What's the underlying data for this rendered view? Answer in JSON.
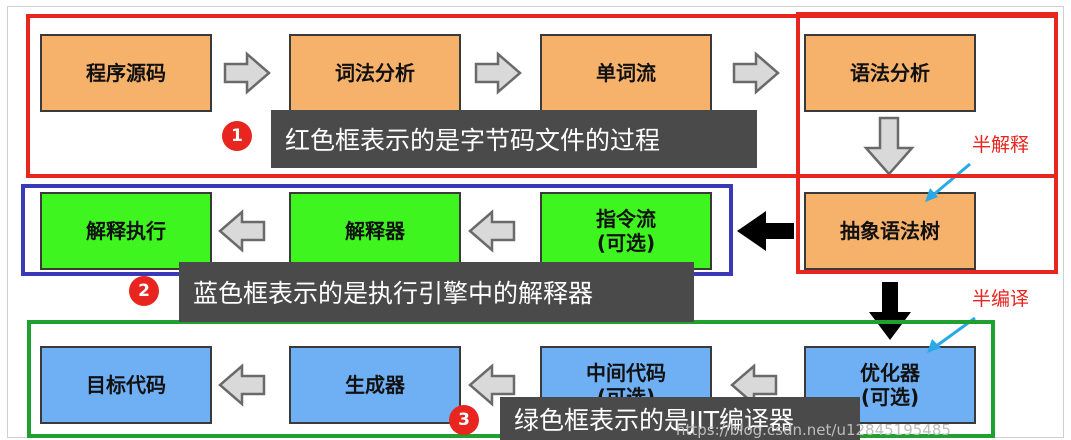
{
  "nodes": {
    "source_code": "程序源码",
    "lexical_analysis": "词法分析",
    "token_stream": "单词流",
    "syntax_analysis": "语法分析",
    "ast": "抽象语法树",
    "instruction_stream": "指令流\n(可选)",
    "interpreter": "解释器",
    "interpret_execute": "解释执行",
    "optimizer": "优化器\n(可选)",
    "intermediate_code": "中间代码\n(可选)",
    "generator": "生成器",
    "target_code": "目标代码"
  },
  "callouts": {
    "red": {
      "badge": "1",
      "text": "红色框表示的是字节码文件的过程"
    },
    "blue": {
      "badge": "2",
      "text": "蓝色框表示的是执行引擎中的解释器"
    },
    "green": {
      "badge": "3",
      "text": "绿色框表示的是JIT编译器"
    }
  },
  "annotations": {
    "half_interpret": "半解释",
    "half_compile": "半编译"
  },
  "watermark": "https://blog.csdn.net/u12845195485",
  "colors": {
    "orange_fill": "#f6b26b",
    "green_fill": "#3ef51f",
    "blue_fill": "#6fb0f5",
    "red_frame": "#e8251f",
    "blue_frame": "#3a3ab8",
    "green_frame": "#20a030",
    "callout_bg": "#4a4a4a",
    "pointer_arrow": "#2aa8e8"
  }
}
